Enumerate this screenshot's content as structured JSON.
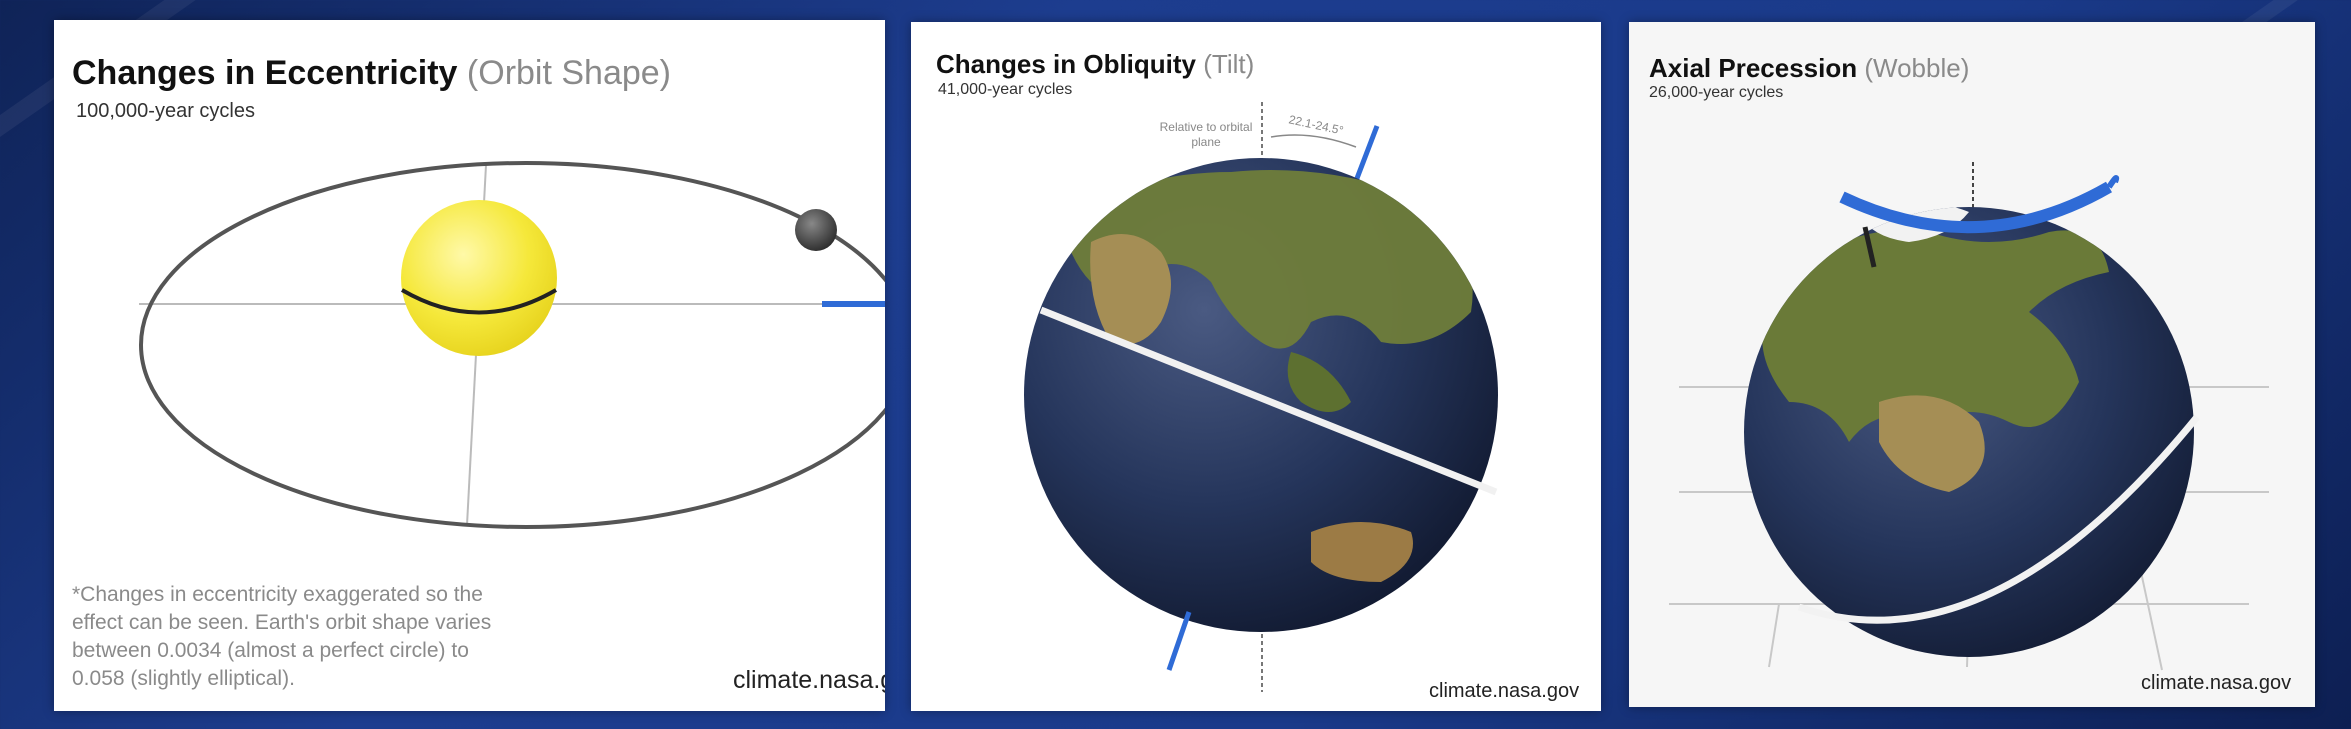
{
  "panels": [
    {
      "title": "Changes in Eccentricity",
      "title_paren": "(Orbit Shape)",
      "subtitle": "100,000-year cycles",
      "note": "*Changes in eccentricity exaggerated so the effect can be seen. Earth's orbit shape varies between 0.0034 (almost a perfect circle) to 0.058 (slightly elliptical).",
      "credit": "climate.nasa.gov"
    },
    {
      "title": "Changes in Obliquity",
      "title_paren": "(Tilt)",
      "subtitle": "41,000-year cycles",
      "label_plane": "Relative to orbital plane",
      "label_angle": "22.1-24.5°",
      "credit": "climate.nasa.gov"
    },
    {
      "title": "Axial Precession",
      "title_paren": "(Wobble)",
      "subtitle": "26,000-year cycles",
      "credit": "climate.nasa.gov"
    }
  ],
  "colors": {
    "sun": "#f5e83a",
    "orbit_line": "#555555",
    "axis_blue": "#2f6bd6",
    "ocean": "#23345a",
    "land": "#6f7d3a",
    "background": "#1d3d8f"
  }
}
